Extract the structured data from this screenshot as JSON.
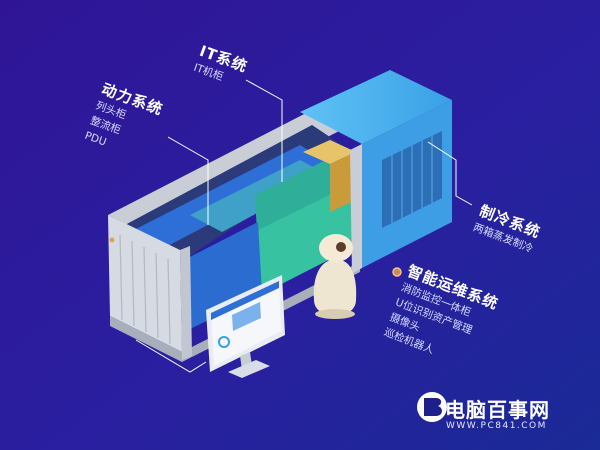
{
  "labels": {
    "power": {
      "title": "动力系统",
      "items": [
        "列头柜",
        "整流柜",
        "PDU"
      ]
    },
    "it": {
      "title": "IT系统",
      "items": [
        "IT机柜"
      ]
    },
    "cooling": {
      "title": "制冷系统",
      "items": [
        "两箱蒸发制冷"
      ]
    },
    "ops": {
      "title": "智能运维系统",
      "items": [
        "消防监控一体柜",
        "U位识别资产管理",
        "摄像头",
        "巡检机器人"
      ]
    }
  },
  "watermark": {
    "brand": "电脑百事网",
    "url": "WWW.PC841.COM"
  },
  "colors": {
    "bg_start": "#3a1f9c",
    "bg_end": "#1b1e8a",
    "accent_orange": "#f29a38",
    "cooling_blue": "#3aa0e6"
  }
}
